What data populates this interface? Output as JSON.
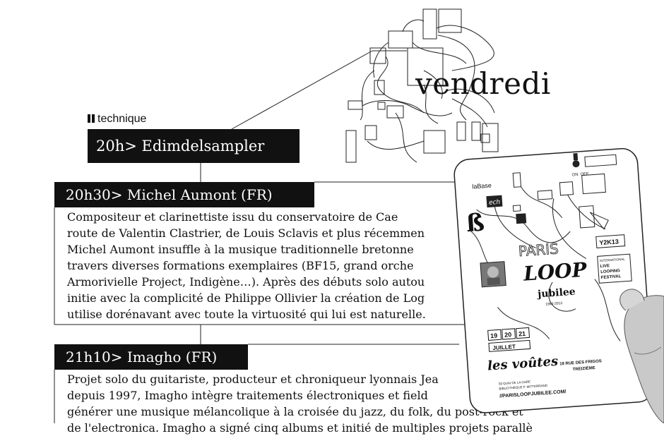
{
  "page": {
    "day": "vendredi",
    "section_label": "technique"
  },
  "slots": [
    {
      "time_title": "20h> Edimdelsampler",
      "desc_lines": []
    },
    {
      "time_title": "20h30> Michel Aumont (FR)",
      "desc_lines": [
        "Compositeur et clarinettiste issu du conservatoire de Cae",
        "route de Valentin Clastrier, de Louis Sclavis et plus récemmen",
        "Michel Aumont insuffle à la musique traditionnelle bretonne",
        "travers diverses formations exemplaires (BF15, grand orche",
        "Armorivielle Project, Indigène…). Après des débuts solo autou",
        "initie avec la complicité de Philippe Ollivier la création de Log",
        "utilise dorénavant avec toute la virtuosité qui lui est naturelle."
      ]
    },
    {
      "time_title": "21h10> Imagho (FR)",
      "desc_lines": [
        "Projet solo du guitariste, producteur et chroniqueur lyonnais Jea",
        "depuis 1997, Imagho intègre traitements électroniques et field",
        "générer une musique mélancolique à la croisée du jazz, du folk, du post-rock et",
        "de l'electronica. Imagho a signé cinq albums et initié de multiples projets parallè"
      ]
    }
  ],
  "flyer": {
    "venue_top": "laBase",
    "tag": "Y2K13",
    "title_line1": "PARIS",
    "title_line2": "LOOP",
    "title_line3": "jubilee",
    "years": "1963-2013",
    "festival_line1": "INTERNATIONAL",
    "festival_line2": "LIVE",
    "festival_line3": "LOOPING",
    "festival_line4": "FESTIVAL",
    "days": [
      "19",
      "20",
      "21"
    ],
    "month": "JUILLET",
    "venue": "les voûtes",
    "address1": "19 RUE DES FRIGOS",
    "address2": "TREIZIÈME",
    "quay1": "50 QUAI DE LA GARE",
    "quay2": "BIBLIOTHÈQUE F. MITTERRAND",
    "url": "//PARISLOOPJUBILEE.COM/",
    "switch_on": "ON",
    "switch_off": "OFF",
    "ech_label": "ech"
  }
}
